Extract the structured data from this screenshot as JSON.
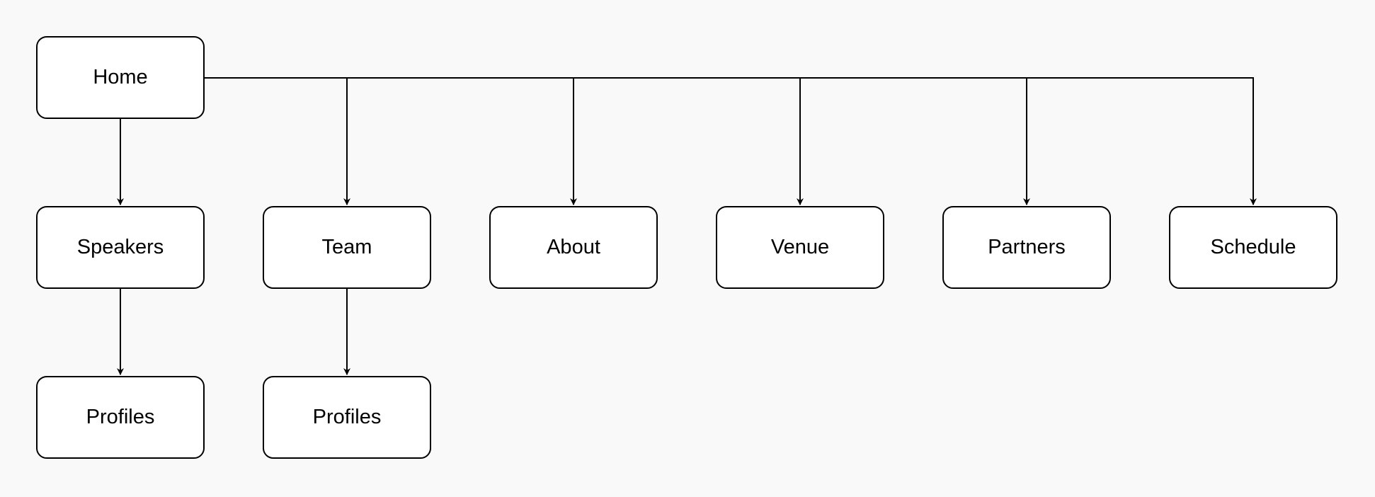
{
  "nodes": {
    "home": "Home",
    "speakers": "Speakers",
    "team": "Team",
    "about": "About",
    "venue": "Venue",
    "partners": "Partners",
    "schedule": "Schedule",
    "speakers_profiles": "Profiles",
    "team_profiles": "Profiles"
  },
  "edges": [
    {
      "from": "home",
      "to": "speakers"
    },
    {
      "from": "home",
      "to": "team"
    },
    {
      "from": "home",
      "to": "about"
    },
    {
      "from": "home",
      "to": "venue"
    },
    {
      "from": "home",
      "to": "partners"
    },
    {
      "from": "home",
      "to": "schedule"
    },
    {
      "from": "speakers",
      "to": "speakers_profiles"
    },
    {
      "from": "team",
      "to": "team_profiles"
    }
  ],
  "colors": {
    "background": "#f9f9f9",
    "node_fill": "#ffffff",
    "stroke": "#000000"
  }
}
